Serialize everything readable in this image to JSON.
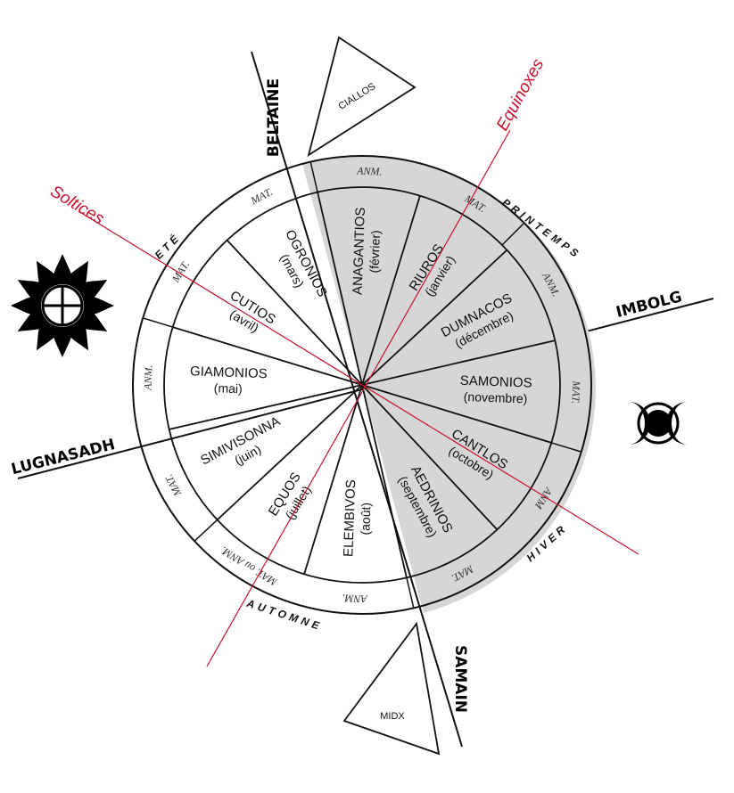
{
  "months": [
    {
      "name": "CUTIOS",
      "sub": "(avril)",
      "ring": "MAT."
    },
    {
      "name": "OGRONIOS",
      "sub": "(mars)",
      "ring": "MAT."
    },
    {
      "name": "ANAGANTIOS",
      "sub": "(février)",
      "ring": "ANM."
    },
    {
      "name": "RIUROS",
      "sub": "(janvier)",
      "ring": "MAT."
    },
    {
      "name": "DUMNACOS",
      "sub": "(décembre)",
      "ring": "ANM."
    },
    {
      "name": "SAMONIOS",
      "sub": "(novembre)",
      "ring": "MAT."
    },
    {
      "name": "CANTLOS",
      "sub": "(octobre)",
      "ring": "ANM"
    },
    {
      "name": "AEDRINIOS",
      "sub": "(septembre)",
      "ring": "MAT."
    },
    {
      "name": "ELEMBIVOS",
      "sub": "(août)",
      "ring": "ANM."
    },
    {
      "name": "EQUOS",
      "sub": "(juillet)",
      "ring": "MAT. ou ANM."
    },
    {
      "name": "SIMIVISONNA",
      "sub": "(juin)",
      "ring": "MAT."
    },
    {
      "name": "GIAMONIOS",
      "sub": "(mai)",
      "ring": "ANM."
    }
  ],
  "seasons": {
    "spring": "PRINTEMPS",
    "summer": "ETÉ",
    "autumn": "AUTOMNE",
    "winter": "HIVER"
  },
  "festivals": {
    "beltaine": "BELTAINE",
    "imbolg": "IMBOLG",
    "samain": "SAMAIN",
    "lugnasadh": "LUGNASADH"
  },
  "axes": {
    "solstices": "Soltices",
    "equinoxes": "Equinoxes"
  },
  "triangles": {
    "top": "CIALLOS",
    "bottom": "MIDX"
  },
  "colors": {
    "shade": "#d6d6d6",
    "axis_red": "#c8102e",
    "ink": "#111111"
  },
  "icons": {
    "sun": "sun-icon",
    "moon": "triple-moon-icon"
  }
}
